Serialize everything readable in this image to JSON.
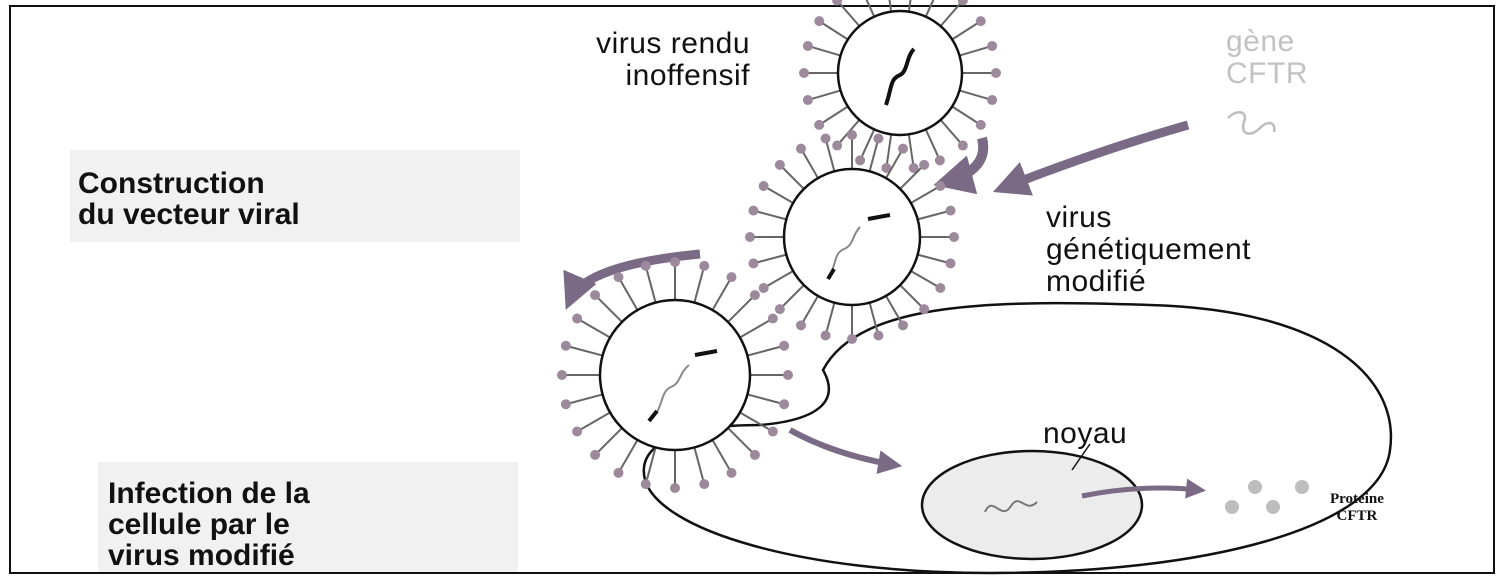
{
  "labels": {
    "harmless_virus": [
      "virus rendu",
      "inoffensif"
    ],
    "gene": [
      "gène",
      "CFTR"
    ],
    "step1": [
      "Construction",
      "du vecteur viral"
    ],
    "modified_virus": [
      "virus",
      "génétiquement",
      "modifié"
    ],
    "nucleus": "noyau",
    "step2": [
      "Infection de la",
      "cellule par le",
      "virus modifié"
    ],
    "protein": [
      "Proteine",
      "CFTR"
    ]
  },
  "colors": {
    "ink": "#111111",
    "arrow": "#7a6a86",
    "spike_head": "#9c8a9c",
    "faint_text": "#c2c2c2",
    "panel": "#f1f1f1"
  }
}
